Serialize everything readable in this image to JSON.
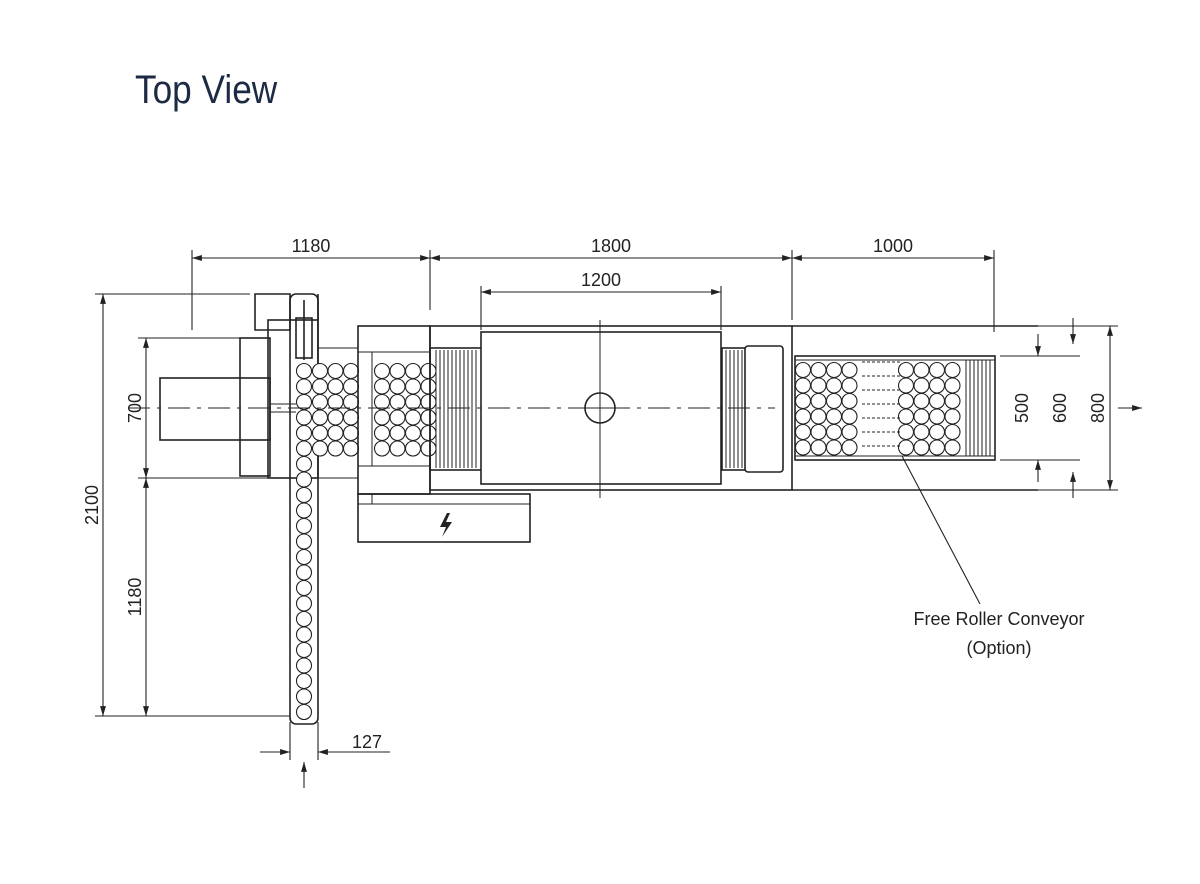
{
  "title": "Top View",
  "dimensions": {
    "loader_width": "1180",
    "machine_length": "1800",
    "chamber_length": "1200",
    "conveyor_length": "1000",
    "total_length": "2100",
    "loader_depth": "1180",
    "inlet_width": "700",
    "roller_width_500": "500",
    "roller_width_600": "600",
    "conveyor_width": "800",
    "feed_width": "127"
  },
  "labels": {
    "free_roller_line1": "Free Roller Conveyor",
    "free_roller_line2": "(Option)"
  },
  "icons": {
    "power": "lightning-icon",
    "outlet_arrow": "arrow-right-icon",
    "inlet_arrow": "arrow-up-icon"
  }
}
